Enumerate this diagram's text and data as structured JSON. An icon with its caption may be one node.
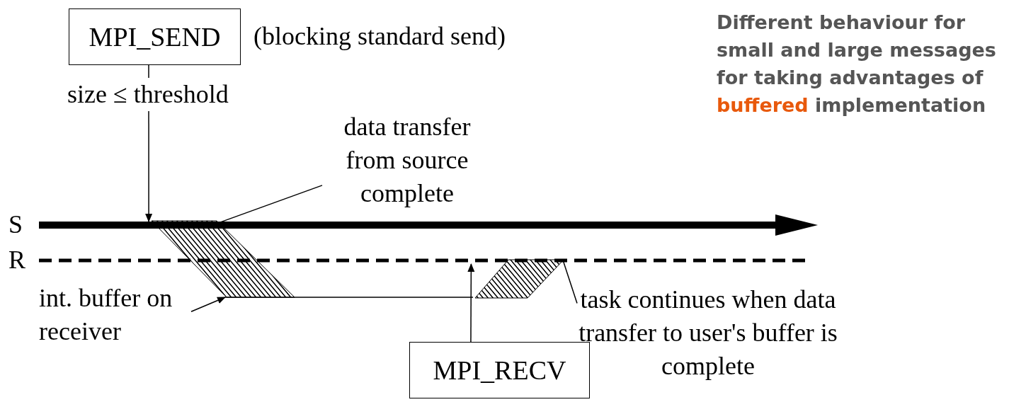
{
  "diagram": {
    "nodes": [
      {
        "text": [
          "MPI_SEND"
        ],
        "beside": [
          "(blocking standard send)"
        ]
      },
      {
        "text": [],
        "shape": "bar",
        "beside": [
          "S"
        ]
      },
      {
        "text": [],
        "shape": "bar",
        "beside": [
          "R"
        ]
      },
      {
        "text": [
          "data transfer from source complete"
        ]
      },
      {
        "text": [
          "int. buffer on receiver"
        ]
      },
      {
        "text": [],
        "shape": "box"
      },
      {
        "text": [],
        "shape": "bar"
      },
      {
        "text": [
          "MPI_RECV"
        ]
      },
      {
        "text": [],
        "shape": "box"
      },
      {
        "text": [
          "task continues when data transfer to user's buffer is complete"
        ]
      }
    ],
    "edges": [
      {
        "from": 0,
        "to": 1,
        "arrow": "to",
        "label": "size ≤ threshold"
      },
      {
        "from": 3,
        "to": 1,
        "arrow": "none"
      },
      {
        "from": 4,
        "to": 6,
        "arrow": "to"
      },
      {
        "from": 7,
        "to": 2,
        "arrow": "to"
      },
      {
        "from": 9,
        "to": 8,
        "arrow": "none"
      }
    ],
    "labels": [
      "Different behaviour for small and large messages for taking advantages of **buffered** implementation"
    ]
  }
}
